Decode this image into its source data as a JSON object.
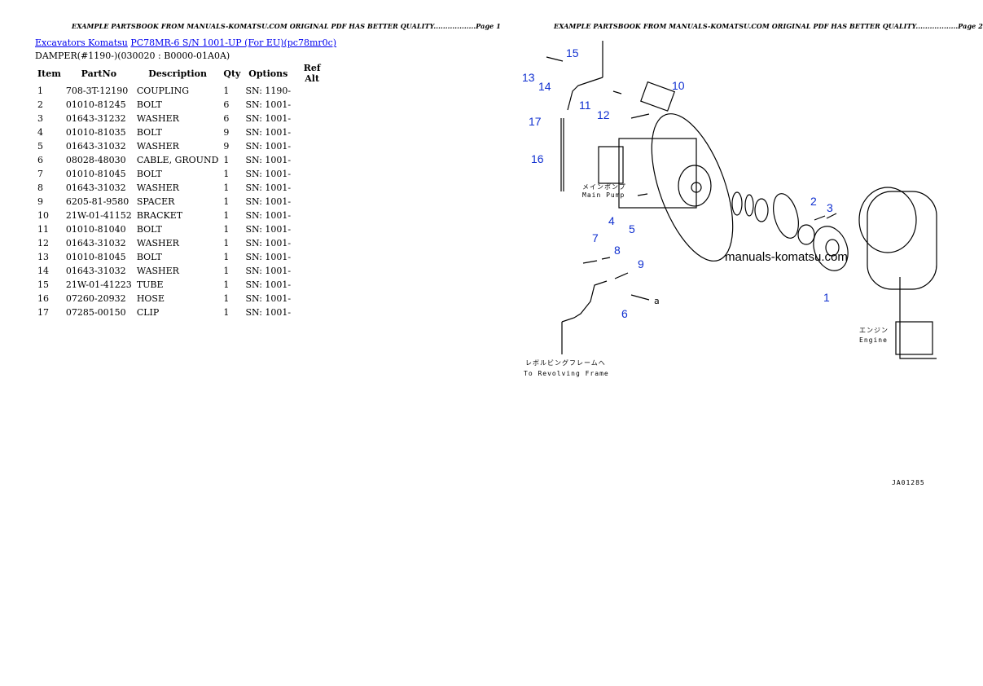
{
  "page1_header": "EXAMPLE PARTSBOOK FROM MANUALS-KOMATSU.COM ORIGINAL PDF HAS BETTER QUALITY..................Page 1",
  "page2_header": "EXAMPLE PARTSBOOK FROM MANUALS-KOMATSU.COM ORIGINAL PDF HAS BETTER QUALITY..................Page 2",
  "breadcrumb": {
    "link1": "Excavators Komatsu",
    "link2": "PC78MR-6 S/N 1001-UP (For EU)(pc78mr0c)"
  },
  "subtitle": "DAMPER(#1190-)(030020 : B0000-01A0A)",
  "columns": [
    "Item",
    "PartNo",
    "Description",
    "Qty",
    "Options",
    "Ref Alt"
  ],
  "rows": [
    {
      "item": "1",
      "part": "708-3T-12190",
      "desc": "COUPLING",
      "qty": "1",
      "opt": "SN: 1190-"
    },
    {
      "item": "2",
      "part": "01010-81245",
      "desc": "BOLT",
      "qty": "6",
      "opt": "SN: 1001-"
    },
    {
      "item": "3",
      "part": "01643-31232",
      "desc": "WASHER",
      "qty": "6",
      "opt": "SN: 1001-"
    },
    {
      "item": "4",
      "part": "01010-81035",
      "desc": "BOLT",
      "qty": "9",
      "opt": "SN: 1001-"
    },
    {
      "item": "5",
      "part": "01643-31032",
      "desc": "WASHER",
      "qty": "9",
      "opt": "SN: 1001-"
    },
    {
      "item": "6",
      "part": "08028-48030",
      "desc": "CABLE, GROUND",
      "qty": "1",
      "opt": "SN: 1001-"
    },
    {
      "item": "7",
      "part": "01010-81045",
      "desc": "BOLT",
      "qty": "1",
      "opt": "SN: 1001-"
    },
    {
      "item": "8",
      "part": "01643-31032",
      "desc": "WASHER",
      "qty": "1",
      "opt": "SN: 1001-"
    },
    {
      "item": "9",
      "part": "6205-81-9580",
      "desc": "SPACER",
      "qty": "1",
      "opt": "SN: 1001-"
    },
    {
      "item": "10",
      "part": "21W-01-41152",
      "desc": "BRACKET",
      "qty": "1",
      "opt": "SN: 1001-"
    },
    {
      "item": "11",
      "part": "01010-81040",
      "desc": "BOLT",
      "qty": "1",
      "opt": "SN: 1001-"
    },
    {
      "item": "12",
      "part": "01643-31032",
      "desc": "WASHER",
      "qty": "1",
      "opt": "SN: 1001-"
    },
    {
      "item": "13",
      "part": "01010-81045",
      "desc": "BOLT",
      "qty": "1",
      "opt": "SN: 1001-"
    },
    {
      "item": "14",
      "part": "01643-31032",
      "desc": "WASHER",
      "qty": "1",
      "opt": "SN: 1001-"
    },
    {
      "item": "15",
      "part": "21W-01-41223",
      "desc": "TUBE",
      "qty": "1",
      "opt": "SN: 1001-"
    },
    {
      "item": "16",
      "part": "07260-20932",
      "desc": "HOSE",
      "qty": "1",
      "opt": "SN: 1001-"
    },
    {
      "item": "17",
      "part": "07285-00150",
      "desc": "CLIP",
      "qty": "1",
      "opt": "SN: 1001-"
    }
  ],
  "diagram": {
    "callouts": [
      "1",
      "2",
      "3",
      "4",
      "5",
      "6",
      "7",
      "8",
      "9",
      "10",
      "11",
      "12",
      "13",
      "14",
      "15",
      "16",
      "17"
    ],
    "watermark": "manuals-komatsu.com",
    "main_pump_jp": "メインポンプ",
    "main_pump": "Main Pump",
    "engine_jp": "エンジン",
    "engine": "Engine",
    "frame_jp": "レボルビングフレームへ",
    "frame": "To Revolving Frame",
    "arrow_label": "a",
    "ref_code": "JA01285"
  }
}
